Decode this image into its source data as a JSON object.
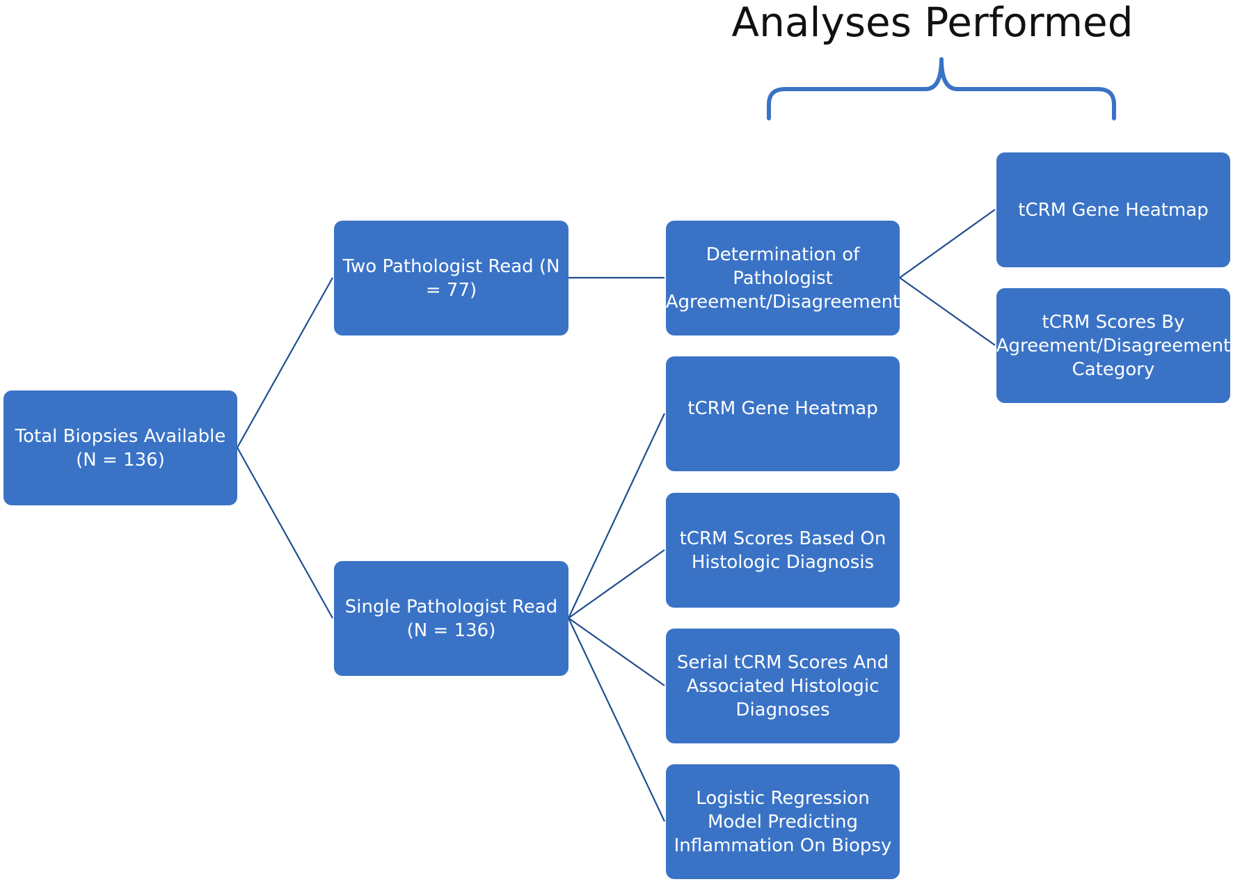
{
  "header": {
    "title": "Analyses Performed"
  },
  "nodes": {
    "total": "Total Biopsies Available (N = 136)",
    "two_read": "Two Pathologist Read (N = 77)",
    "single_read": "Single Pathologist Read (N = 136)",
    "determination": "Determination of Pathologist Agreement/Disagreement",
    "heatmap_agreement": "tCRM Gene Heatmap",
    "scores_by_agreement": "tCRM Scores By Agreement/Disagreement Category",
    "heatmap_single": "tCRM Gene Heatmap",
    "scores_histologic": "tCRM Scores Based On Histologic Diagnosis",
    "serial_scores": "Serial tCRM Scores And Associated Histologic Diagnoses",
    "logistic_model": "Logistic Regression Model Predicting Inflammation On Biopsy"
  },
  "colors": {
    "box": "#3a73c6",
    "line": "#1f4d8f",
    "text": "#ffffff"
  }
}
